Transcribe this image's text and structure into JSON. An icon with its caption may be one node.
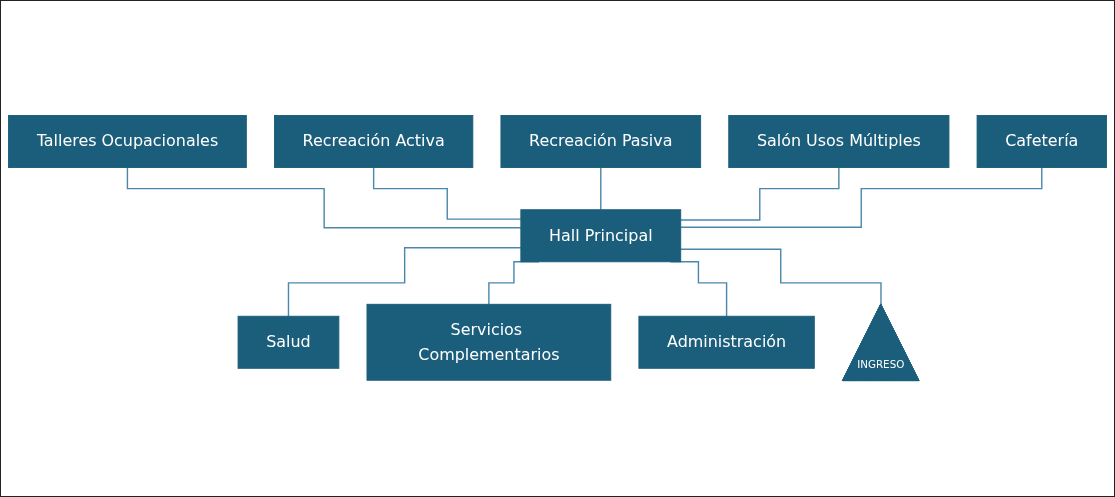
{
  "diagram": {
    "nodes": [
      {
        "text": [
          "Talleres Ocupacionales"
        ]
      },
      {
        "text": [
          "Recreación Activa"
        ]
      },
      {
        "text": [
          "Recreación Pasiva"
        ]
      },
      {
        "text": [
          "Salón Usos Múltiples"
        ]
      },
      {
        "text": [
          "Cafetería"
        ]
      },
      {
        "text": [
          "Hall Principal"
        ]
      },
      {
        "text": [
          "Salud"
        ]
      },
      {
        "text": [
          "Servicios Complementarios"
        ]
      },
      {
        "text": [
          "Administración"
        ]
      },
      {
        "text": [
          "INGRESO"
        ]
      }
    ],
    "edges": [
      {
        "from": 0,
        "to": 5,
        "arrow": "none"
      },
      {
        "from": 1,
        "to": 5,
        "arrow": "none"
      },
      {
        "from": 2,
        "to": 5,
        "arrow": "none"
      },
      {
        "from": 3,
        "to": 5,
        "arrow": "none"
      },
      {
        "from": 4,
        "to": 5,
        "arrow": "none"
      },
      {
        "from": 5,
        "to": 6,
        "arrow": "none"
      },
      {
        "from": 5,
        "to": 7,
        "arrow": "none"
      },
      {
        "from": 5,
        "to": 8,
        "arrow": "none"
      },
      {
        "from": 5,
        "to": 9,
        "arrow": "none"
      }
    ]
  }
}
